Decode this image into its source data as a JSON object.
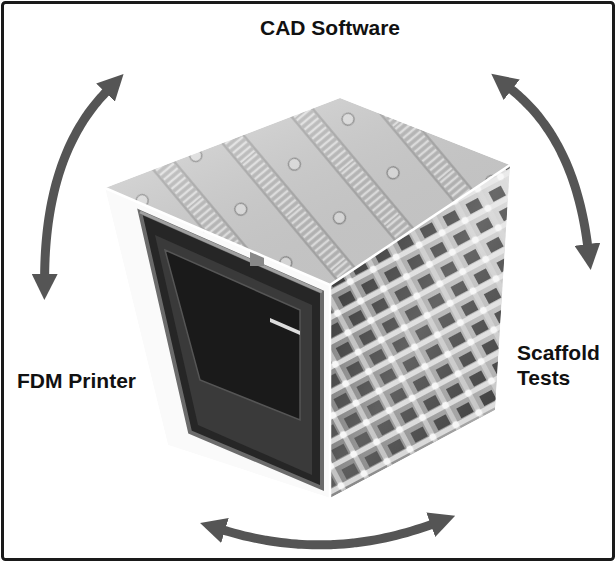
{
  "diagram": {
    "nodes": [
      {
        "text": [
          "CAD Software"
        ]
      },
      {
        "text": [
          "FDM Printer"
        ]
      },
      {
        "text": [
          "Scaffold Tests"
        ]
      }
    ],
    "edges": [
      {
        "from": 0,
        "to": 1,
        "arrow": "both"
      },
      {
        "from": 0,
        "to": 2,
        "arrow": "both"
      },
      {
        "from": 1,
        "to": 2,
        "arrow": "both"
      }
    ]
  }
}
